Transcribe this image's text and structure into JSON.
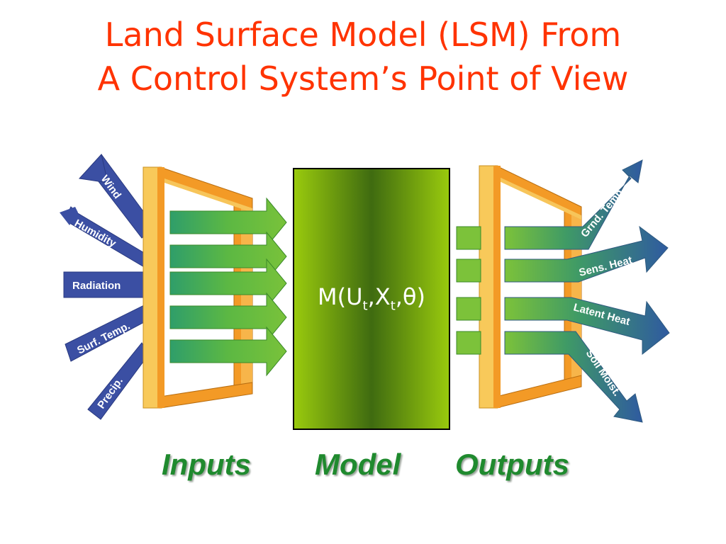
{
  "slide": {
    "title_line1": "Land Surface Model (LSM) From",
    "title_line2": "A Control System’s Point of View"
  },
  "inputs": {
    "items": [
      {
        "label": "Wind"
      },
      {
        "label": "Humidity"
      },
      {
        "label": "Radiation"
      },
      {
        "label": "Surf. Temp."
      },
      {
        "label": "Precip."
      }
    ]
  },
  "outputs": {
    "items": [
      {
        "label": "Grnd. Temp."
      },
      {
        "label": "Sens. Heat"
      },
      {
        "label": "Latent Heat"
      },
      {
        "label": "Soil Moist."
      }
    ]
  },
  "model": {
    "formula_prefix": "M(U",
    "sub1": "t",
    "sep1": ",X",
    "sub2": "t",
    "sep2": ",θ)"
  },
  "sections": {
    "inputs": "Inputs",
    "model": "Model",
    "outputs": "Outputs"
  },
  "colors": {
    "title": "#ff3300",
    "arrow_blue": "#3b4fa3",
    "arrow_green": "#6bbf3a",
    "frame_orange": "#f59b2b",
    "frame_yellow": "#f8c95a",
    "model_green": "#8fc70a",
    "section_green": "#1f8a2e"
  }
}
